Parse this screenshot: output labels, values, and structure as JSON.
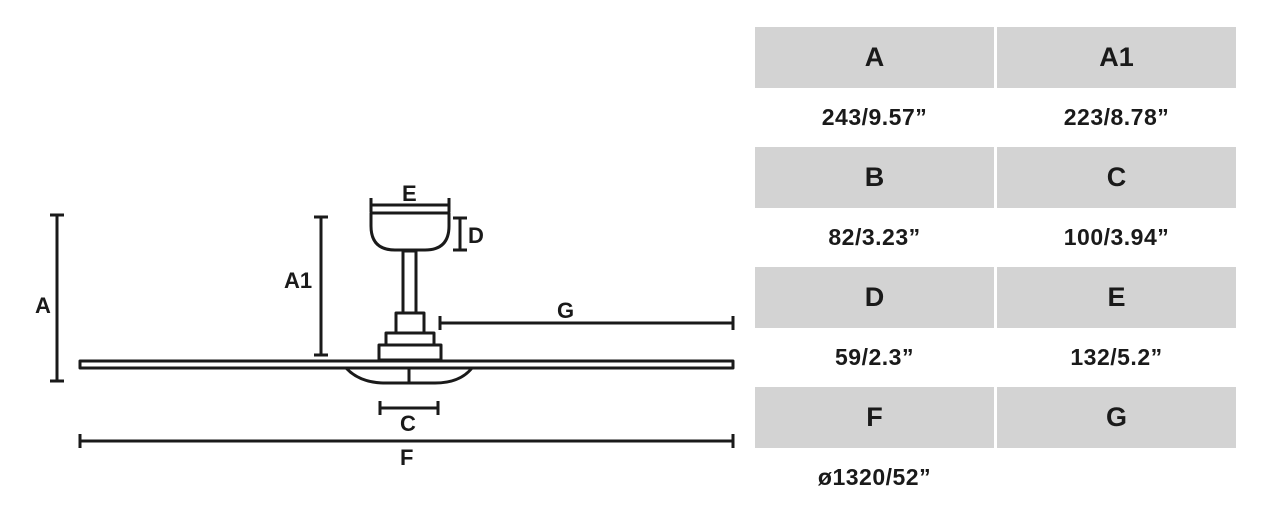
{
  "diagram": {
    "labels": {
      "A": "A",
      "A1": "A1",
      "C": "C",
      "D": "D",
      "E": "E",
      "F": "F",
      "G": "G"
    }
  },
  "table": {
    "rows": [
      {
        "headers": [
          "A",
          "A1"
        ],
        "values": [
          "243/9.57”",
          "223/8.78”"
        ]
      },
      {
        "headers": [
          "B",
          "C"
        ],
        "values": [
          "82/3.23”",
          "100/3.94”"
        ]
      },
      {
        "headers": [
          "D",
          "E"
        ],
        "values": [
          "59/2.3”",
          "132/5.2”"
        ]
      },
      {
        "headers": [
          "F",
          "G"
        ],
        "values": [
          "ø1320/52”",
          ""
        ]
      }
    ]
  },
  "colors": {
    "header_bg": "#d3d3d3",
    "line": "#1a1a1a"
  }
}
